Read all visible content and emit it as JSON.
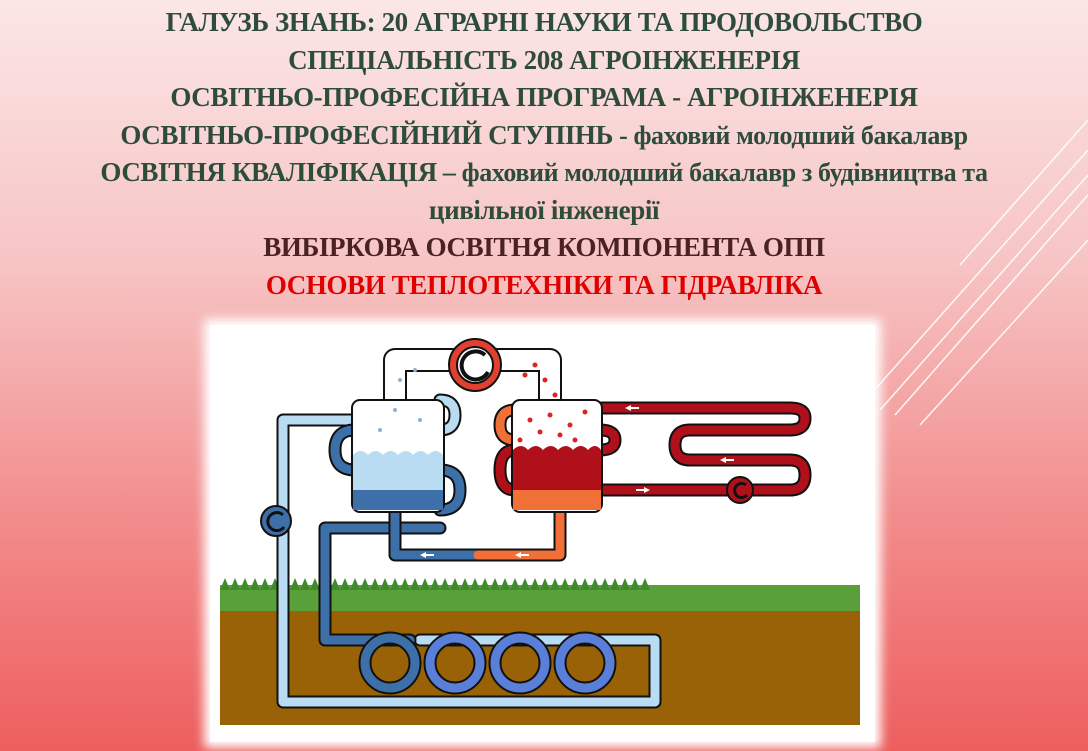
{
  "slide": {
    "lines": [
      {
        "text": "ГАЛУЗЬ ЗНАНЬ: 20 АГРАРНІ НАУКИ ТА ПРОДОВОЛЬСТВО"
      },
      {
        "text": "СПЕЦІАЛЬНІСТЬ  208 АГРОІНЖЕНЕРІЯ"
      },
      {
        "text": "ОСВІТНЬО-ПРОФЕСІЙНА ПРОГРАМА - АГРОІНЖЕНЕРІЯ"
      },
      {
        "label": "ОСВІТНЬО-ПРОФЕСІЙНИЙ СТУПІНЬ",
        "value": " - фаховий молодший бакалавр"
      },
      {
        "label": "ОСВІТНЯ КВАЛІФІКАЦІЯ",
        "value": " – фаховий молодший бакалавр з будівництва та"
      },
      {
        "text": "цивільної інженерії"
      },
      {
        "text": "ВИБІРКОВА ОСВІТНЯ КОМПОНЕНТА ОПП"
      },
      {
        "text": "ОСНОВИ ТЕПЛОТЕХНІКИ ТА ГІДРАВЛІКА"
      }
    ]
  },
  "colors": {
    "text_green": "#2e4c3c",
    "text_brown": "#4a2222",
    "text_red": "#e00000",
    "cold": "#3d6fa8",
    "hot": "#b0101a",
    "grass": "#5aa03a",
    "soil": "#9a6206"
  },
  "diagram": {
    "icon": "geothermal-heat-pump-diagram"
  }
}
